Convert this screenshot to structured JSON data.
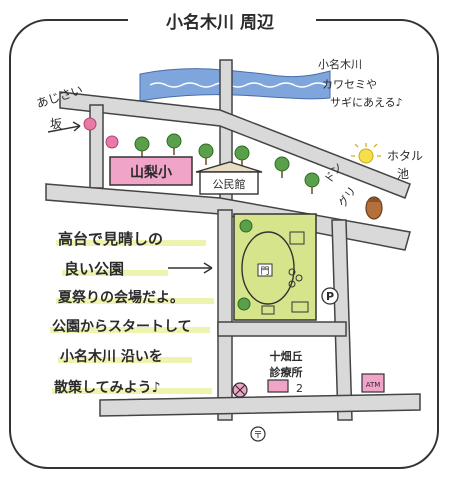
{
  "title": "小名木川 周辺",
  "river_note": [
    "小名木川",
    "カワセミや",
    "サギにあえる♪"
  ],
  "ajisai_label": [
    "あじさい",
    "坂"
  ],
  "school_label": "山梨小",
  "kominkan_label": "公民館",
  "dongri_label": [
    "ドン",
    "グリ"
  ],
  "hotaru_label": [
    "ホタル",
    "池"
  ],
  "park_callout": [
    "高台で見晴しの",
    "良い公園",
    "夏祭りの会場だよ。",
    "公園からスタートして",
    "小名木川 沿いを",
    "散策してみよう♪"
  ],
  "clinic_label": [
    "十畑丘",
    "診療所"
  ],
  "clinic_number": "2",
  "parking_symbol": "P",
  "atm_label": "ATM",
  "park_gate_label": "門",
  "colors": {
    "river": "#7fa6dc",
    "road": "#d9d9d9",
    "park": "#d6e48c",
    "school": "#f0a4c8",
    "tree": "#5aa04a",
    "highlight": "#eef3b0"
  }
}
